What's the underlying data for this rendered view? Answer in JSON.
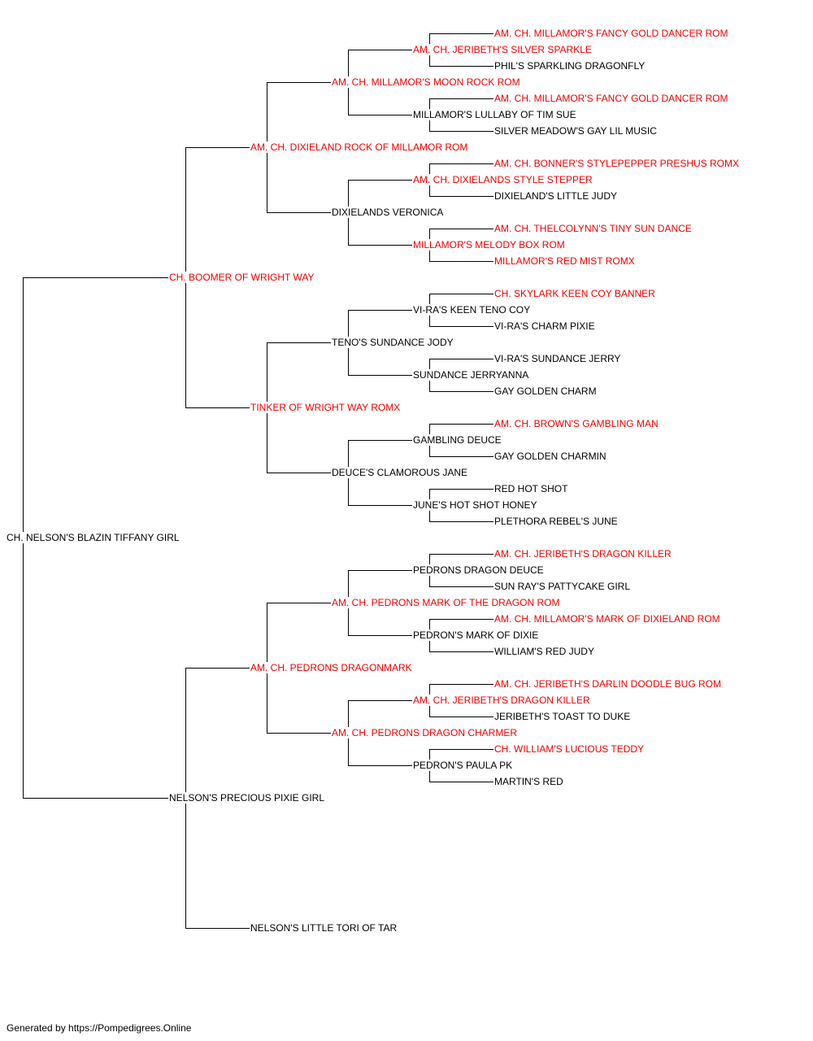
{
  "colors": {
    "champion": "#ee0000",
    "regular": "#000000",
    "connector": "#000000"
  },
  "tree": {
    "name": "CH. NELSON'S BLAZIN TIFFANY GIRL",
    "red": false,
    "sire": {
      "name": "CH. BOOMER OF WRIGHT WAY",
      "red": true,
      "sire": {
        "name": "AM. CH. DIXIELAND ROCK OF MILLAMOR ROM",
        "red": true,
        "sire": {
          "name": "AM. CH. MILLAMOR'S MOON ROCK ROM",
          "red": true,
          "sire": {
            "name": "AM. CH. JERIBETH'S SILVER SPARKLE",
            "red": true,
            "sire": {
              "name": "AM. CH. MILLAMOR'S FANCY GOLD DANCER ROM",
              "red": true
            },
            "dam": {
              "name": "PHIL'S SPARKLING DRAGONFLY",
              "red": false
            }
          },
          "dam": {
            "name": "MILLAMOR'S LULLABY OF TIM SUE",
            "red": false,
            "sire": {
              "name": "AM. CH. MILLAMOR'S FANCY GOLD DANCER ROM",
              "red": true
            },
            "dam": {
              "name": "SILVER MEADOW'S GAY LIL MUSIC",
              "red": false
            }
          }
        },
        "dam": {
          "name": "DIXIELANDS VERONICA",
          "red": false,
          "sire": {
            "name": "AM. CH. DIXIELANDS STYLE STEPPER",
            "red": true,
            "sire": {
              "name": "AM. CH. BONNER'S STYLEPEPPER PRESHUS ROMX",
              "red": true
            },
            "dam": {
              "name": "DIXIELAND'S LITTLE JUDY",
              "red": false
            }
          },
          "dam": {
            "name": "MILLAMOR'S MELODY BOX ROM",
            "red": true,
            "sire": {
              "name": "AM. CH. THELCOLYNN'S TINY SUN DANCE",
              "red": true
            },
            "dam": {
              "name": "MILLAMOR'S RED MIST ROMX",
              "red": true
            }
          }
        }
      },
      "dam": {
        "name": "TINKER OF WRIGHT WAY ROMX",
        "red": true,
        "sire": {
          "name": "TENO'S SUNDANCE JODY",
          "red": false,
          "sire": {
            "name": "VI-RA'S KEEN TENO COY",
            "red": false,
            "sire": {
              "name": "CH. SKYLARK KEEN COY BANNER",
              "red": true
            },
            "dam": {
              "name": "VI-RA'S CHARM PIXIE",
              "red": false
            }
          },
          "dam": {
            "name": "SUNDANCE JERRYANNA",
            "red": false,
            "sire": {
              "name": "VI-RA'S SUNDANCE JERRY",
              "red": false
            },
            "dam": {
              "name": "GAY GOLDEN CHARM",
              "red": false
            }
          }
        },
        "dam": {
          "name": "DEUCE'S CLAMOROUS JANE",
          "red": false,
          "sire": {
            "name": "GAMBLING DEUCE",
            "red": false,
            "sire": {
              "name": "AM. CH. BROWN'S GAMBLING MAN",
              "red": true
            },
            "dam": {
              "name": "GAY GOLDEN CHARMIN",
              "red": false
            }
          },
          "dam": {
            "name": "JUNE'S HOT SHOT HONEY",
            "red": false,
            "sire": {
              "name": "RED HOT SHOT",
              "red": false
            },
            "dam": {
              "name": "PLETHORA REBEL'S JUNE",
              "red": false
            }
          }
        }
      }
    },
    "dam": {
      "name": "NELSON'S PRECIOUS PIXIE GIRL",
      "red": false,
      "sire": {
        "name": "AM. CH. PEDRONS DRAGONMARK",
        "red": true,
        "sire": {
          "name": "AM. CH. PEDRONS MARK OF THE DRAGON ROM",
          "red": true,
          "sire": {
            "name": "PEDRONS DRAGON DEUCE",
            "red": false,
            "sire": {
              "name": "AM. CH. JERIBETH'S DRAGON KILLER",
              "red": true
            },
            "dam": {
              "name": "SUN RAY'S PATTYCAKE GIRL",
              "red": false
            }
          },
          "dam": {
            "name": "PEDRON'S MARK OF DIXIE",
            "red": false,
            "sire": {
              "name": "AM. CH. MILLAMOR'S MARK OF DIXIELAND ROM",
              "red": true
            },
            "dam": {
              "name": "WILLIAM'S RED JUDY",
              "red": false
            }
          }
        },
        "dam": {
          "name": "AM. CH. PEDRONS DRAGON CHARMER",
          "red": true,
          "sire": {
            "name": "AM. CH. JERIBETH'S DRAGON KILLER",
            "red": true,
            "sire": {
              "name": "AM. CH. JERIBETH'S DARLIN DOODLE BUG ROM",
              "red": true
            },
            "dam": {
              "name": "JERIBETH'S TOAST TO DUKE",
              "red": false
            }
          },
          "dam": {
            "name": "PEDRON'S PAULA PK",
            "red": false,
            "sire": {
              "name": "CH. WILLIAM'S LUCIOUS TEDDY",
              "red": true
            },
            "dam": {
              "name": "MARTIN'S RED",
              "red": false
            }
          }
        }
      },
      "dam": {
        "name": "NELSON'S LITTLE TORI OF TAR",
        "red": false
      }
    }
  },
  "footer": {
    "text": "Generated by https://Pompedigrees.Online"
  }
}
